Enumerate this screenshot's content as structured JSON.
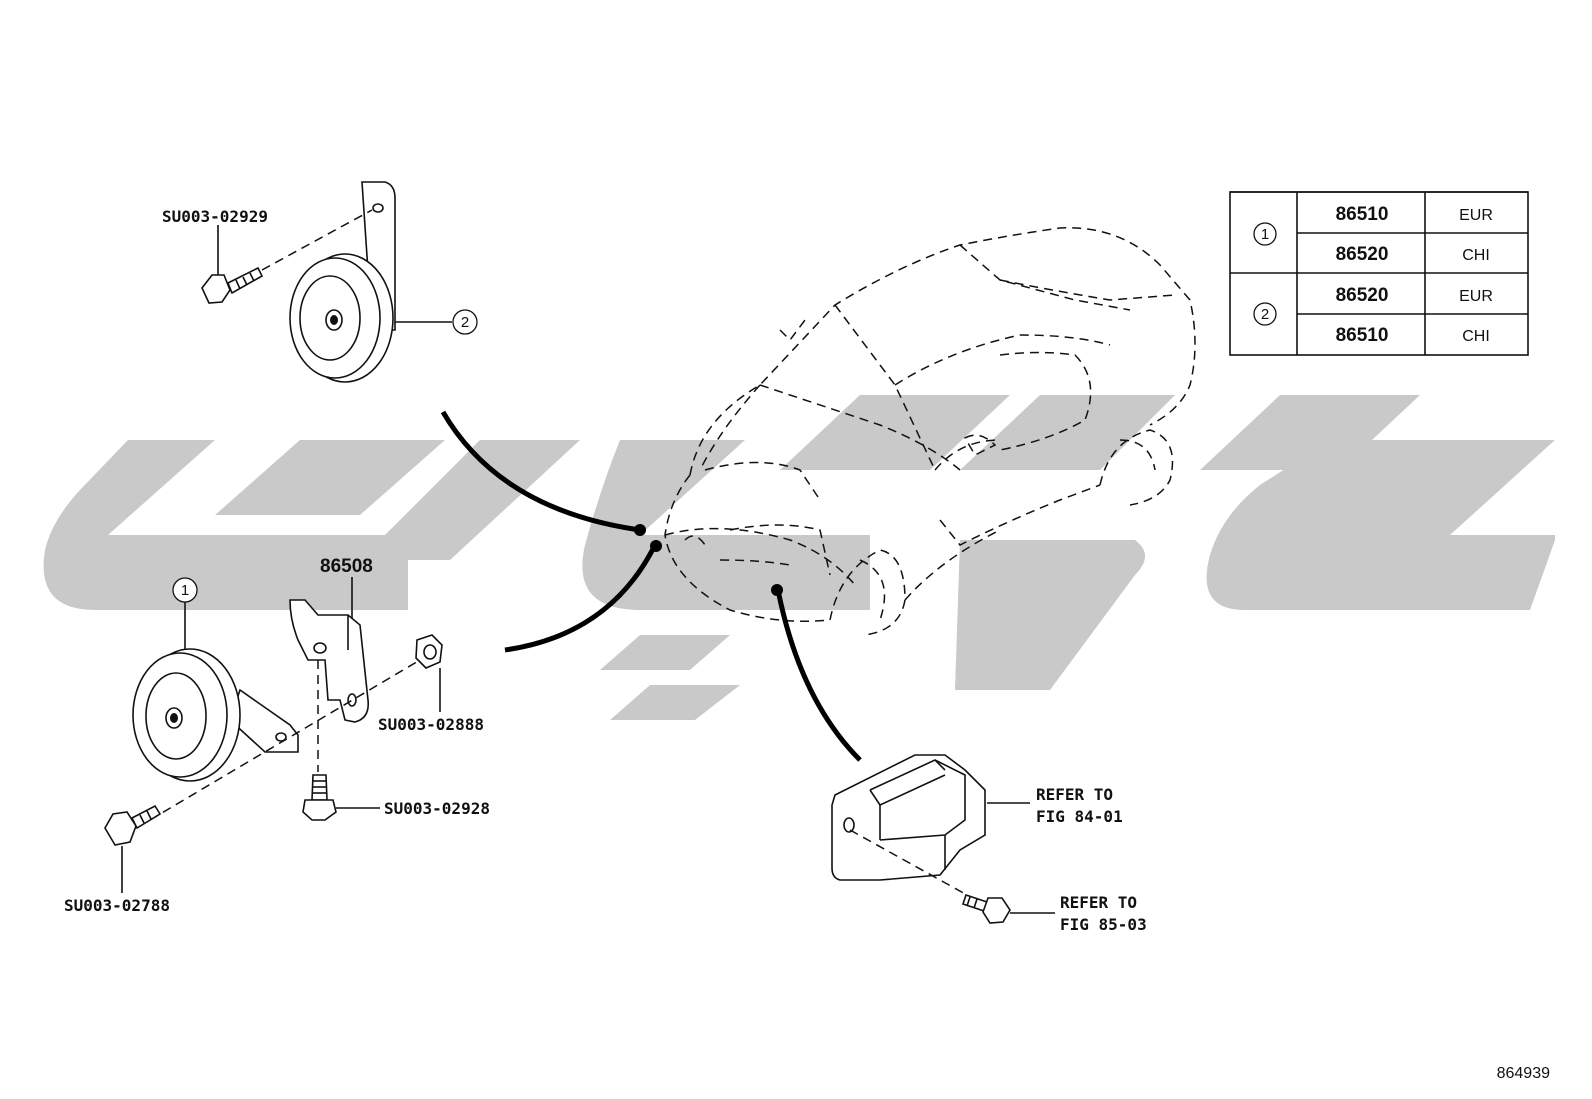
{
  "diagram": {
    "figure_number": "864939",
    "part_labels": {
      "bolt_top": "SU003-02929",
      "horn_top_callout": "2",
      "horn_left_callout": "1",
      "bracket": "86508",
      "nut": "SU003-02888",
      "bolt_bracket": "SU003-02928",
      "bolt_bottom": "SU003-02788"
    },
    "refer_module": {
      "line1": "REFER TO",
      "line2": "FIG 84-01"
    },
    "refer_bolt": {
      "line1": "REFER TO",
      "line2": "FIG 85-03"
    }
  },
  "parts_table": {
    "rows": [
      {
        "ref": "1",
        "part": "86510",
        "region": "EUR"
      },
      {
        "ref": "1",
        "part": "86520",
        "region": "CHI"
      },
      {
        "ref": "2",
        "part": "86520",
        "region": "EUR"
      },
      {
        "ref": "2",
        "part": "86510",
        "region": "CHI"
      }
    ],
    "groups": [
      "1",
      "2"
    ]
  },
  "colors": {
    "line": "#111111",
    "watermark": "#c9c9c9",
    "background": "#ffffff"
  },
  "icons": [
    "horn-icon",
    "bolt-icon",
    "nut-icon",
    "bracket-icon",
    "module-icon",
    "car-outline-icon"
  ]
}
